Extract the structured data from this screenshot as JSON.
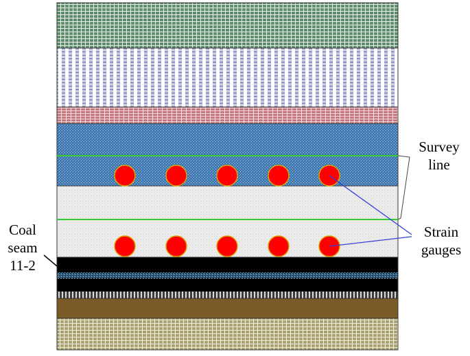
{
  "labels": {
    "coal_seam": [
      "Coal",
      "seam",
      "11-2"
    ],
    "survey_line": [
      "Survey",
      "line"
    ],
    "strain_gauges": [
      "Strain",
      "gauges"
    ]
  },
  "colors": {
    "green_stripes": "#5f8e6e",
    "blue_stripes": "#6b6fb4",
    "red_stripes": "#c9767e",
    "blue_speckle": "#3f78b0",
    "light_gray": "#e6e6e6",
    "black_coal": "#000000",
    "brown": "#7a5a26",
    "olive_stripes": "#a9a16f",
    "survey_line": "#33cc33",
    "gauge_fill": "#ff0000",
    "gauge_stroke": "#d9a400",
    "leader": "#3340d9"
  },
  "gauge_rows": {
    "upper_count": 5,
    "lower_count": 5
  }
}
